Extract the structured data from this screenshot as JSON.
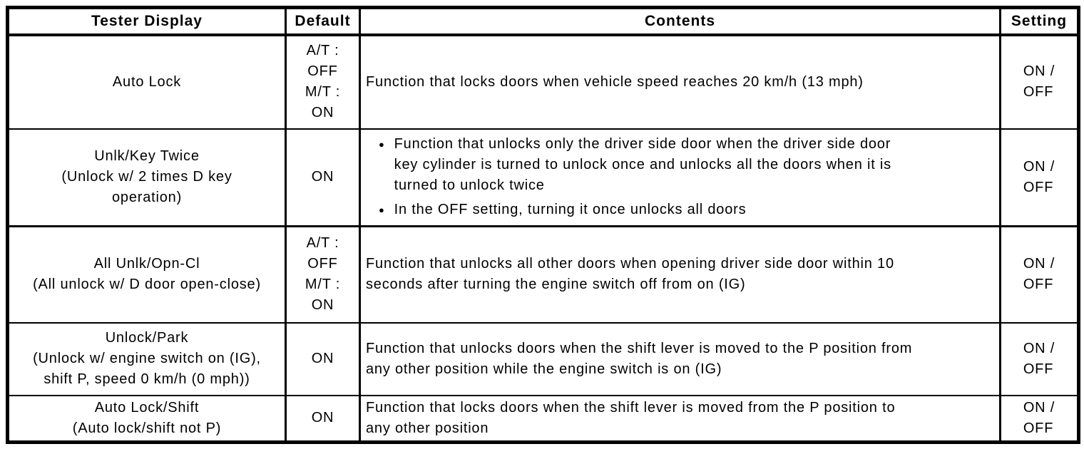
{
  "colors": {
    "border": "#000000",
    "text": "#000000",
    "background": "#ffffff"
  },
  "icons": {
    "bullet": "●"
  },
  "table": {
    "headers": {
      "tester_display": "Tester Display",
      "default": "Default",
      "contents": "Contents",
      "setting": "Setting"
    },
    "rows": [
      {
        "tester_display": "Auto Lock",
        "default": "A/T :\nOFF\nM/T :\nON",
        "contents": "Function that locks doors when vehicle speed reaches 20 km/h (13 mph)",
        "setting": "ON /\nOFF"
      },
      {
        "tester_display": "Unlk/Key Twice\n(Unlock w/ 2 times D key\noperation)",
        "default": "ON",
        "contents_items": [
          "Function that unlocks only the driver side door when the driver side door\nkey cylinder is turned to unlock once and unlocks all the doors when it is\nturned to unlock twice",
          "In the OFF setting, turning it once unlocks all doors"
        ],
        "setting": "ON /\nOFF"
      },
      {
        "tester_display": "All Unlk/Opn-Cl\n(All unlock w/ D door open-close)",
        "default": "A/T :\nOFF\nM/T :\nON",
        "contents": "Function that unlocks all other doors when opening driver side door within 10\nseconds after turning the engine switch off from on (IG)",
        "setting": "ON /\nOFF"
      },
      {
        "tester_display": "Unlock/Park\n(Unlock w/ engine switch on (IG),\nshift P, speed 0 km/h (0 mph))",
        "default": "ON",
        "contents": "Function that unlocks doors when the shift lever is moved to the P position from\nany other position while the engine switch is on (IG)",
        "setting": "ON /\nOFF"
      },
      {
        "tester_display": "Auto Lock/Shift\n(Auto lock/shift not P)",
        "default": "ON",
        "contents": "Function that locks doors when the shift lever is moved from the P position to\nany other position",
        "setting": "ON /\nOFF"
      }
    ]
  }
}
